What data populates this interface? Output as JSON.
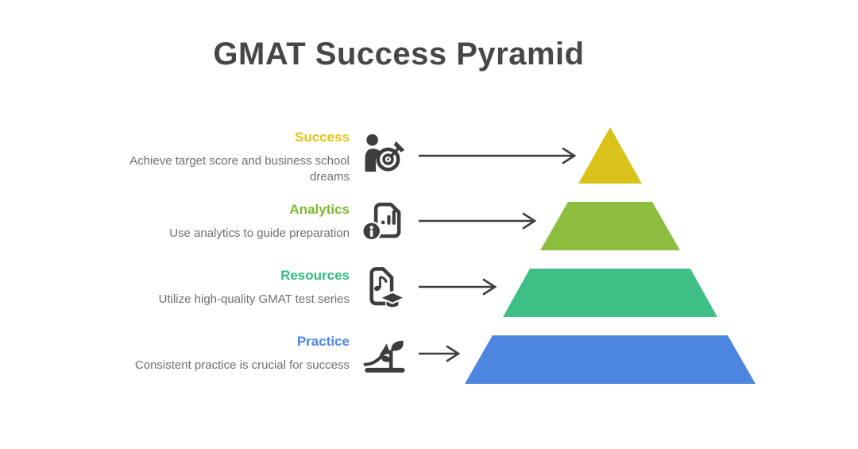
{
  "title": {
    "text": "GMAT Success Pyramid",
    "color": "#474747"
  },
  "levels": [
    {
      "label": "Success",
      "label_color": "#e3c414",
      "description": "Achieve target score and business school dreams",
      "segment_color": "#d9c21a",
      "icon": "person-dartboard-icon"
    },
    {
      "label": "Analytics",
      "label_color": "#7cb931",
      "description": "Use analytics to guide preparation",
      "segment_color": "#8cbd3e",
      "icon": "document-chart-info-icon"
    },
    {
      "label": "Resources",
      "label_color": "#2fbd7c",
      "description": "Utilize high-quality GMAT test series",
      "segment_color": "#3dbf85",
      "icon": "document-music-graduation-icon"
    },
    {
      "label": "Practice",
      "label_color": "#4b86e8",
      "description": "Consistent practice is crucial for success",
      "segment_color": "#4d86e0",
      "icon": "growth-plant-icon"
    }
  ],
  "style": {
    "background": "#ffffff",
    "description_color": "#6e6e6e",
    "line_color": "#3d3d3d"
  }
}
